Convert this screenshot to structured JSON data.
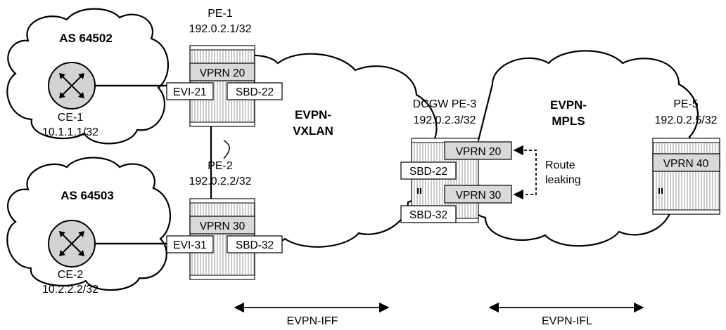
{
  "nodes": {
    "pe1": {
      "name": "PE-1",
      "ip": "192.0.2.1/32",
      "vprn": "VPRN 20",
      "evi": "EVI-21",
      "sbd": "SBD-22"
    },
    "pe2": {
      "name": "PE-2",
      "ip": "192.0.2.2/32",
      "vprn": "VPRN 30",
      "evi": "EVI-31",
      "sbd": "SBD-32"
    },
    "pe3": {
      "name": "DCGW PE-3",
      "ip": "192.0.2.3/32",
      "vprn_top": "VPRN 20",
      "vprn_bottom": "VPRN 30",
      "sbd_top": "SBD-22",
      "sbd_bottom": "SBD-32"
    },
    "pe5": {
      "name": "PE-5",
      "ip": "192.0.2.5/32",
      "vprn": "VPRN 40"
    },
    "ce1": {
      "name": "CE-1",
      "ip": "10.1.1.1/32"
    },
    "ce2": {
      "name": "CE-2",
      "ip": "10.2.2.2/32"
    }
  },
  "clouds": {
    "as1": "AS 64502",
    "as2": "AS 64503",
    "vxlan_line1": "EVPN-",
    "vxlan_line2": "VXLAN",
    "mpls_line1": "EVPN-",
    "mpls_line2": "MPLS"
  },
  "route_leaking": {
    "line1": "Route",
    "line2": "leaking"
  },
  "scopes": {
    "iff": "EVPN-IFF",
    "ifl": "EVPN-IFL"
  },
  "colors": {
    "vprn_fill": "#d9d9d9",
    "router_fill": "#d3d3d3",
    "line": "#000000"
  }
}
